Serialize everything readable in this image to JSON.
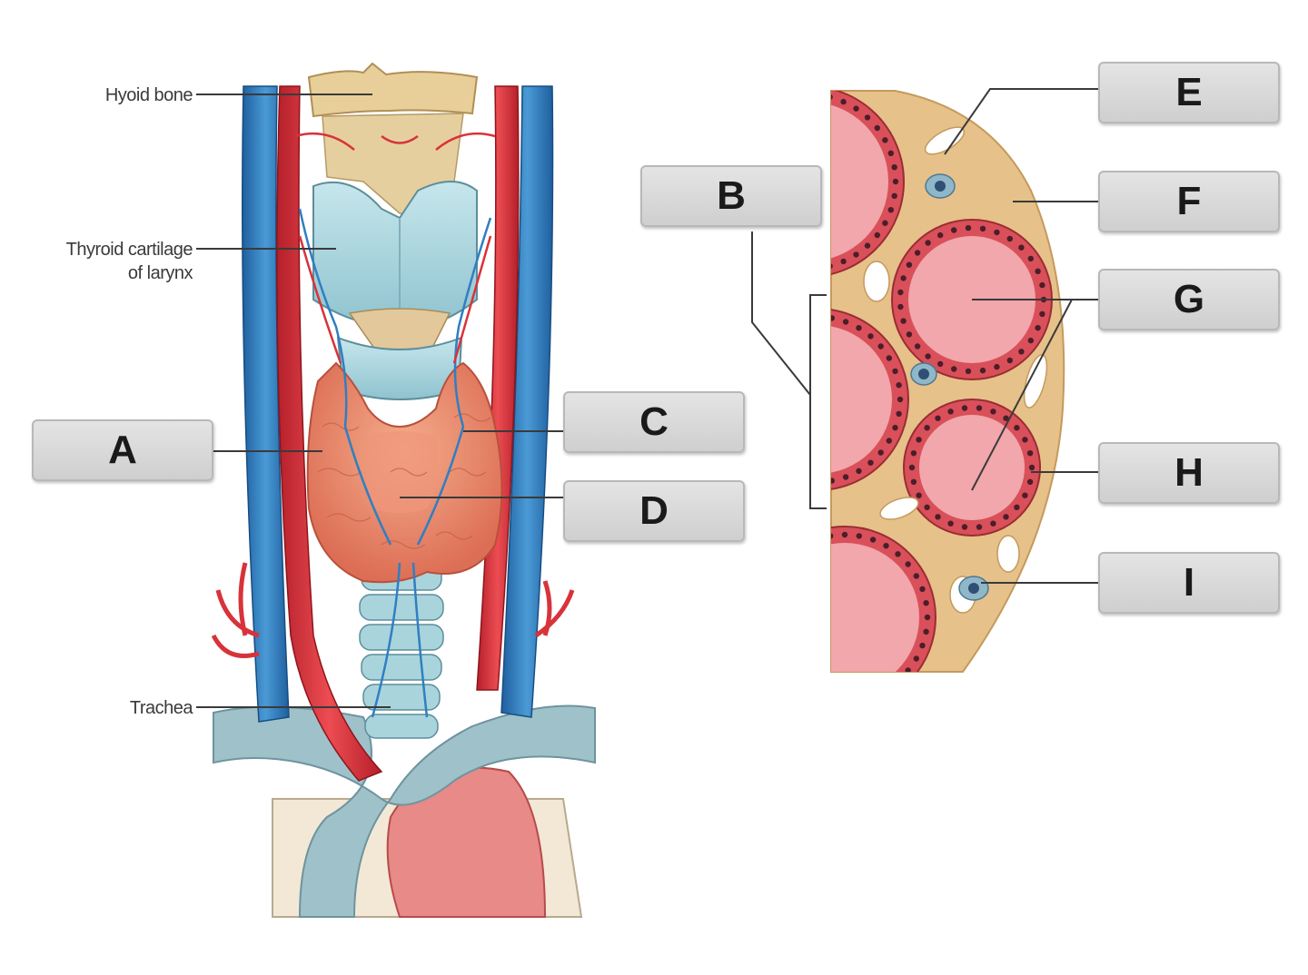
{
  "anatomy_labels": {
    "hyoid": "Hyoid bone",
    "thyroid_cartilage_line1": "Thyroid cartilage",
    "thyroid_cartilage_line2": "of larynx",
    "trachea": "Trachea"
  },
  "answer_boxes": {
    "A": "A",
    "B": "B",
    "C": "C",
    "D": "D",
    "E": "E",
    "F": "F",
    "G": "G",
    "H": "H",
    "I": "I"
  },
  "colors": {
    "artery": "#d8333a",
    "vein": "#2f7fc2",
    "cartilage": "#a9d4dc",
    "bone": "#e8cf9a",
    "thyroid_gland": "#e98a6e",
    "follicle_cell": "#d9505a",
    "colloid": "#f1a7ab",
    "capsule": "#e6c189"
  }
}
